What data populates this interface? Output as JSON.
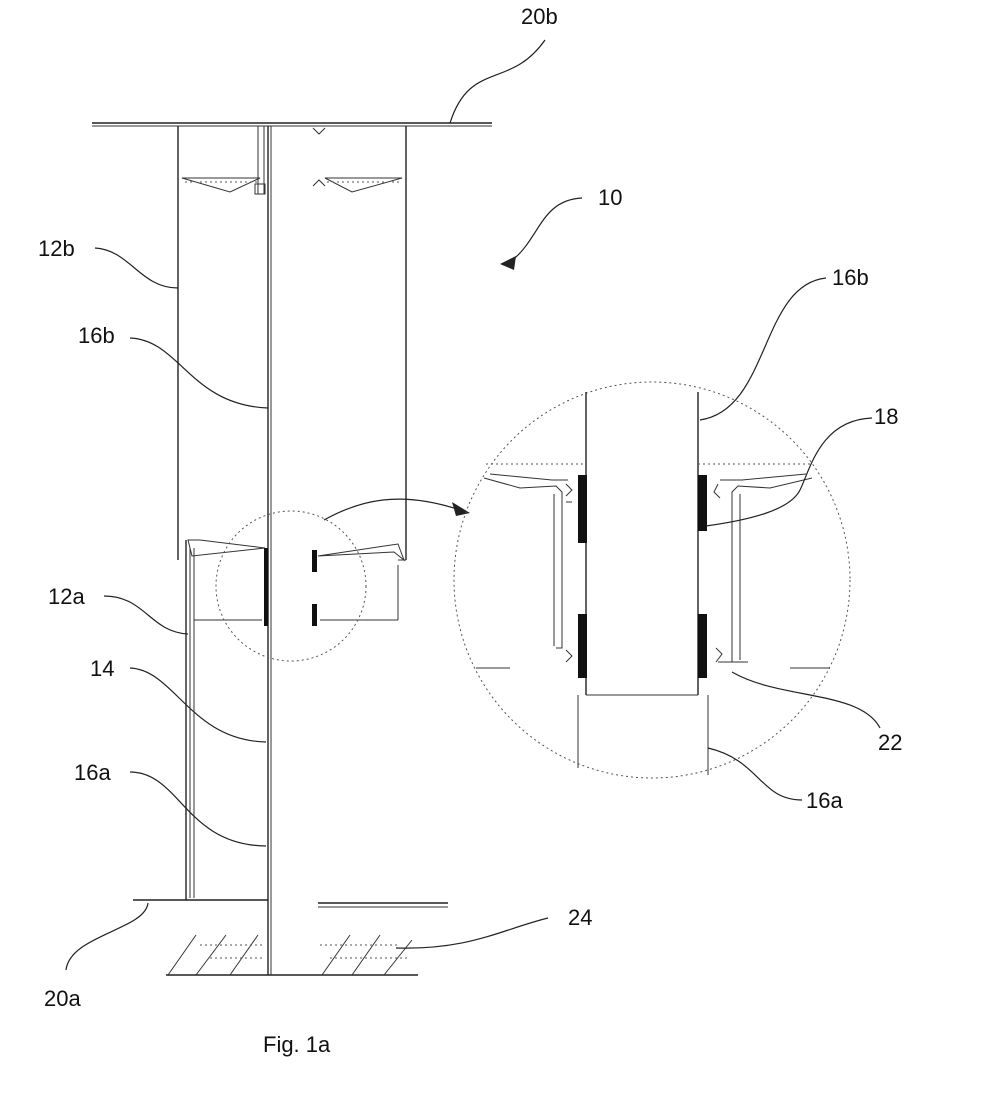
{
  "figure": {
    "caption": "Fig. 1a",
    "labels": {
      "top_plate": "20b",
      "assembly": "10",
      "upper_housing": "12b",
      "upper_inner_left": "16b",
      "detail_upper_inner": "16b",
      "detail_pad": "18",
      "lower_housing": "12a",
      "central_column": "14",
      "lower_inner": "16a",
      "detail_fastener": "22",
      "detail_lower_inner": "16a",
      "base": "24",
      "bottom_plate": "20a"
    }
  },
  "colors": {
    "line": "#222222",
    "pad": "#111111",
    "background": "#ffffff"
  }
}
